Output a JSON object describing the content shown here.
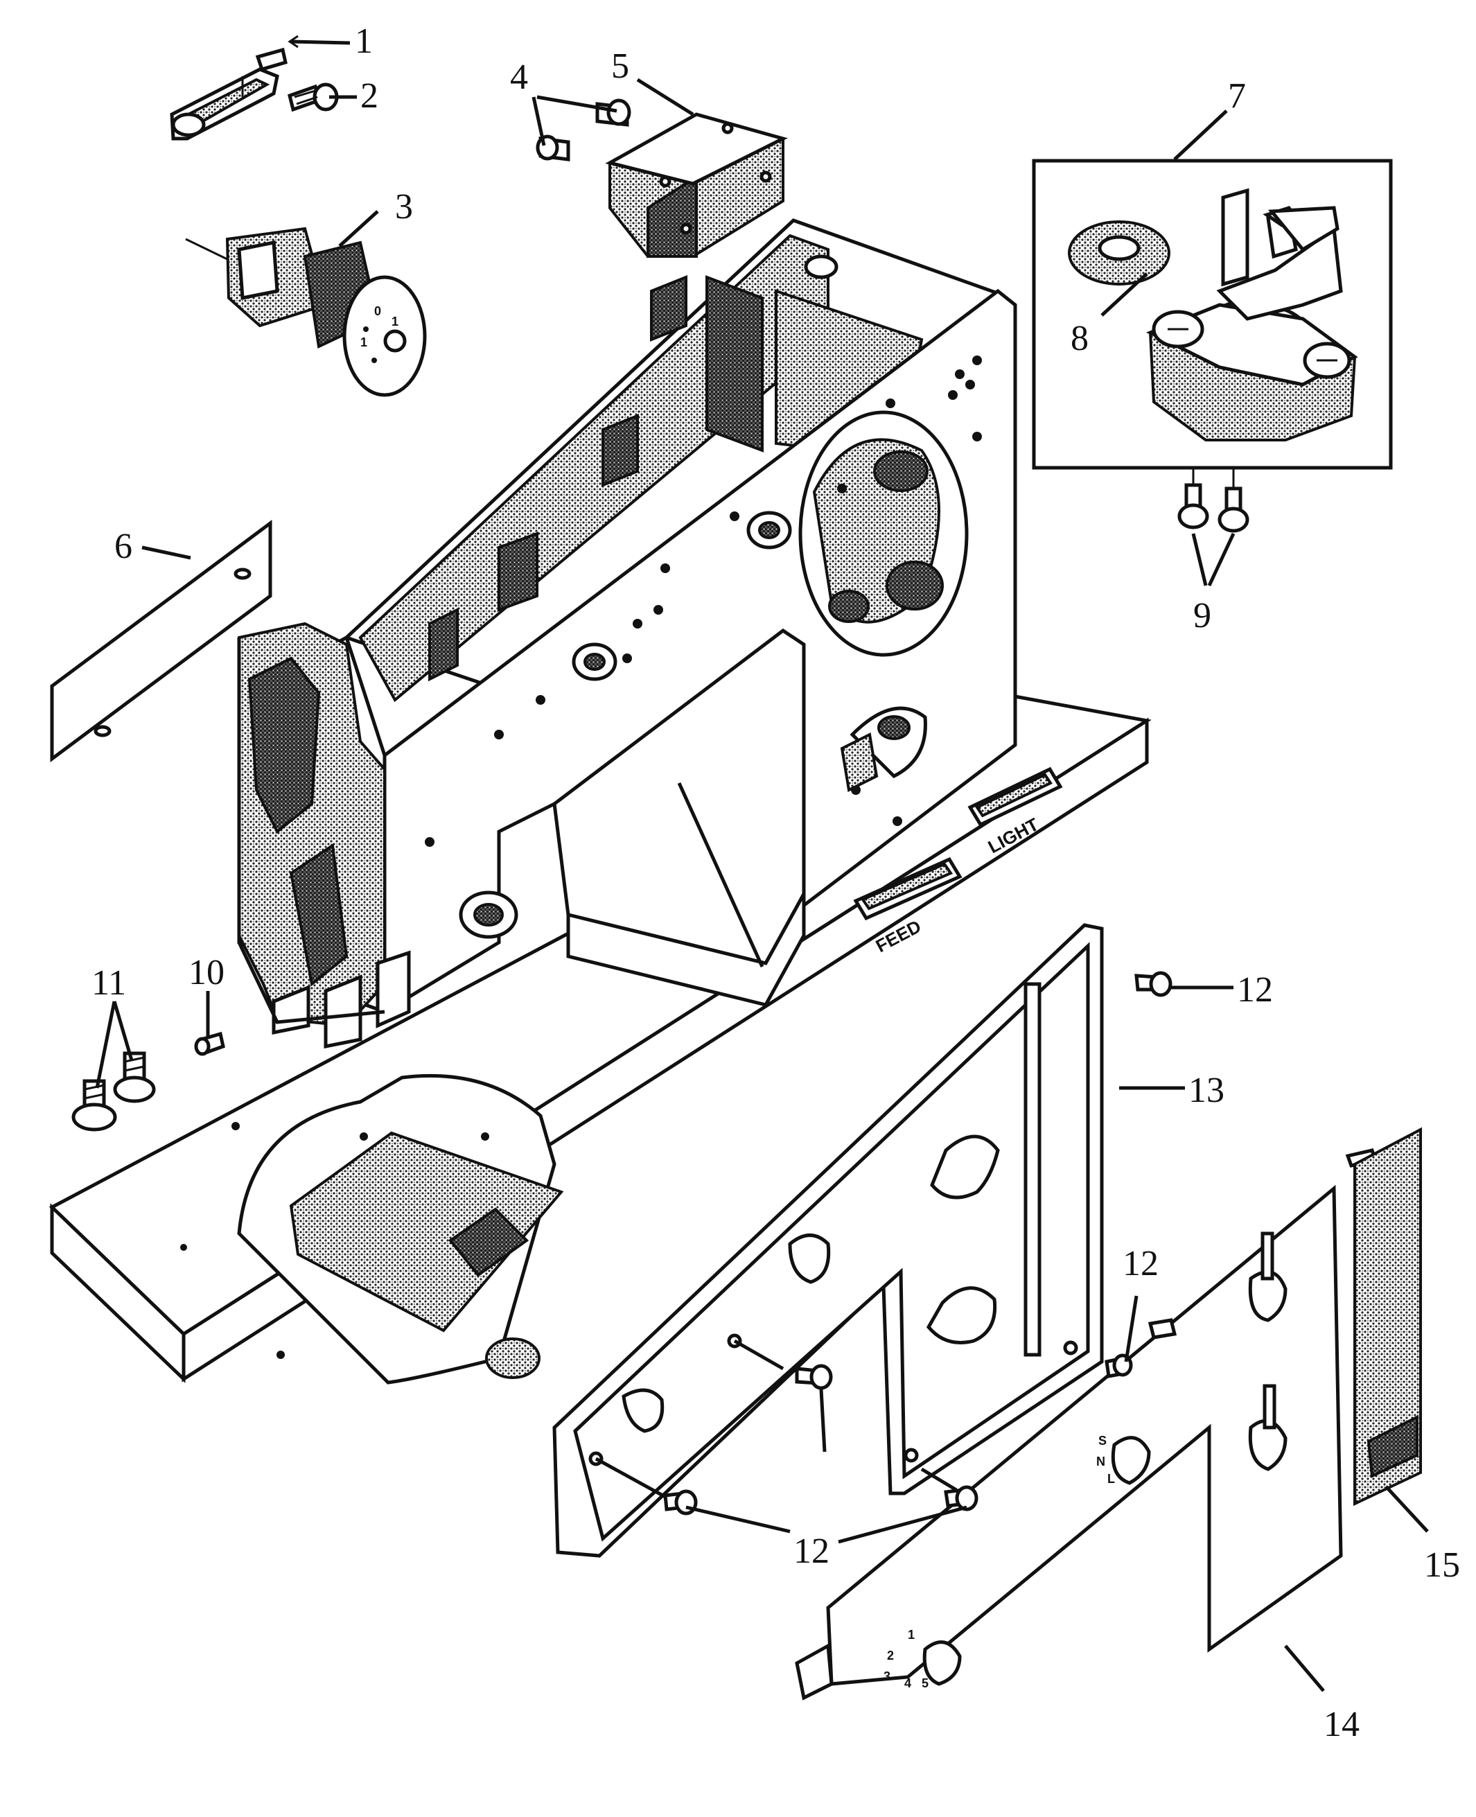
{
  "callouts": [
    {
      "id": "c1",
      "text": "1"
    },
    {
      "id": "c2",
      "text": "2"
    },
    {
      "id": "c3",
      "text": "3"
    },
    {
      "id": "c4",
      "text": "4"
    },
    {
      "id": "c5",
      "text": "5"
    },
    {
      "id": "c6",
      "text": "6"
    },
    {
      "id": "c7",
      "text": "7"
    },
    {
      "id": "c8",
      "text": "8"
    },
    {
      "id": "c9",
      "text": "9"
    },
    {
      "id": "c10",
      "text": "10"
    },
    {
      "id": "c11",
      "text": "11"
    },
    {
      "id": "c12a",
      "text": "12"
    },
    {
      "id": "c12b",
      "text": "12"
    },
    {
      "id": "c12c",
      "text": "12"
    },
    {
      "id": "c13",
      "text": "13"
    },
    {
      "id": "c14",
      "text": "14"
    },
    {
      "id": "c15",
      "text": "15"
    }
  ],
  "slot_labels": {
    "light": "LIGHT",
    "feed": "FEED"
  },
  "panel_marks": {
    "snl": [
      "S",
      "N",
      "L"
    ],
    "numbers": [
      "1",
      "2",
      "3",
      "4",
      "5"
    ]
  },
  "colors": {
    "ink": "#111111",
    "paper": "#ffffff"
  }
}
